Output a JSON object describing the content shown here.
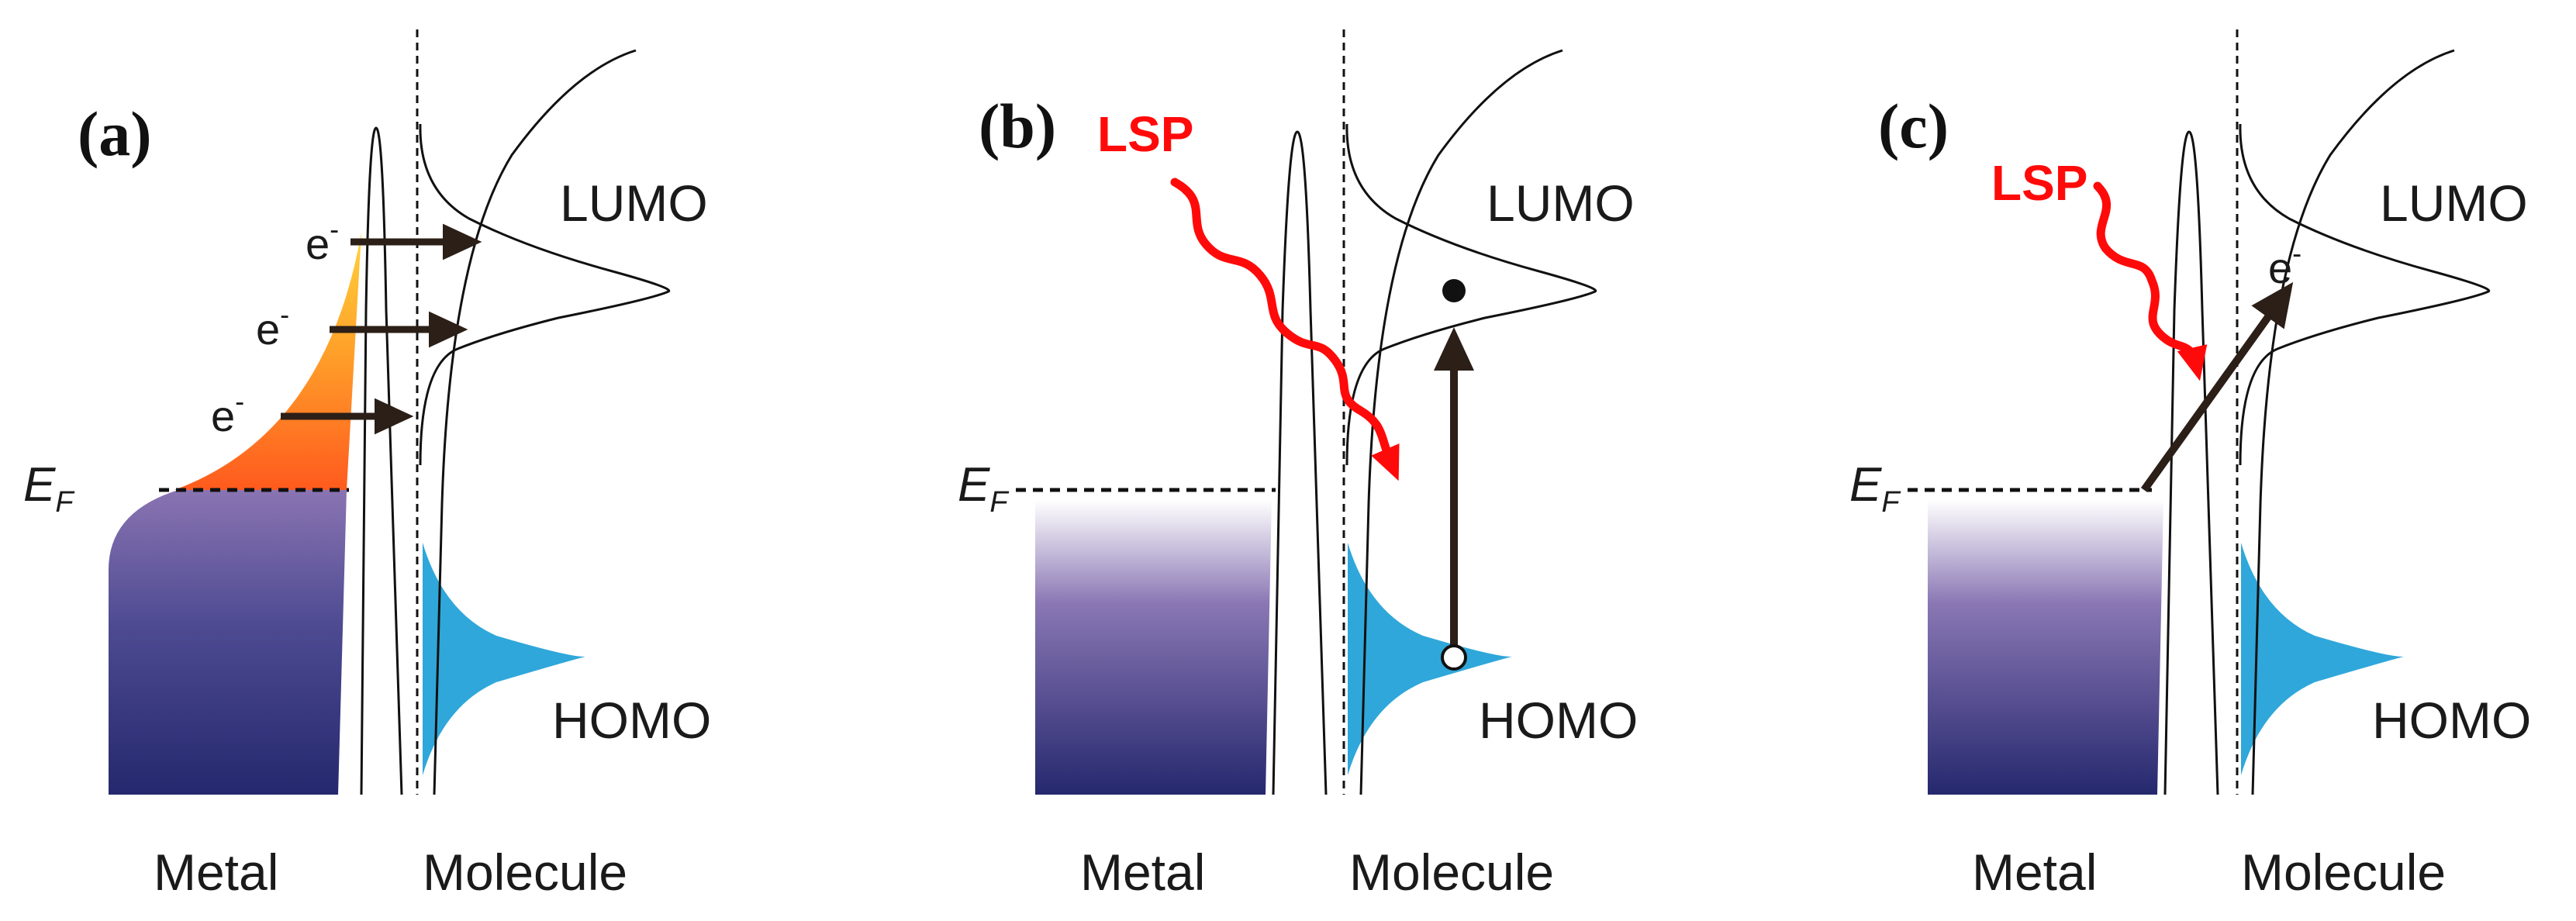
{
  "colors": {
    "metal_dark": "#25286e",
    "metal_light": "#ffffff",
    "hot_orange": "#ff5a1e",
    "hot_yellow": "#ffd23c",
    "homo_fill": "#2fa7da",
    "lsp_red": "#ff0a0a",
    "arrow_dark": "#2b1f17"
  },
  "labels": {
    "fermi_main": "E",
    "fermi_sub": "F",
    "lumo": "LUMO",
    "homo": "HOMO",
    "metal": "Metal",
    "molecule": "Molecule",
    "lsp": "LSP",
    "electron": "e",
    "electron_sup": "-"
  },
  "panels": [
    {
      "id": "a",
      "label": "(a)"
    },
    {
      "id": "b",
      "label": "(b)"
    },
    {
      "id": "c",
      "label": "(c)"
    }
  ]
}
